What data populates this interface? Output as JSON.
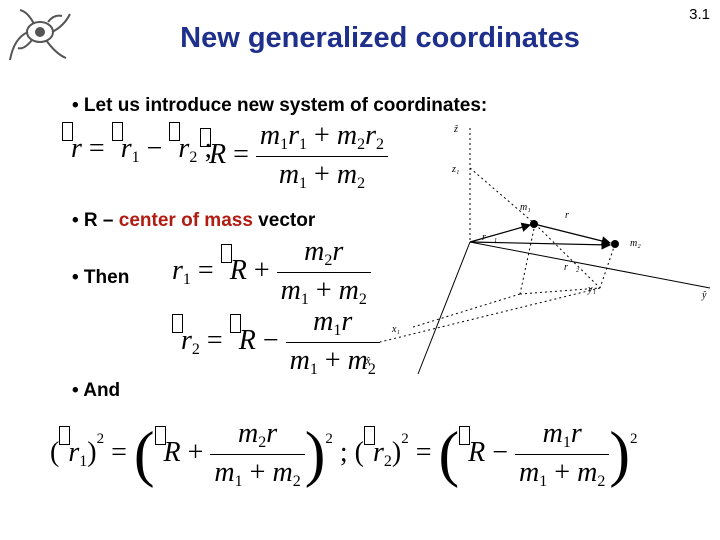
{
  "slide_number": "3.1",
  "title": "New generalized coordinates",
  "bullets": {
    "intro": "• Let us introduce new system of coordinates:",
    "r_prefix": "• R – ",
    "r_highlight": "center of mass",
    "r_suffix": " vector",
    "then": "• Then",
    "and": "• And"
  },
  "diagram": {
    "z_axis": "ẑ",
    "z1": "z₁",
    "m1": "m₁",
    "m2": "m₂",
    "r_vec": "r⃗",
    "r1_vec": "r⃗₁",
    "r2_vec": "r⃗₂",
    "y1": "y₁",
    "y_axis": "ŷ",
    "x1": "x₁",
    "x_axis": "x̂"
  },
  "colors": {
    "title": "#1f2f8c",
    "highlight": "#b21b12"
  }
}
